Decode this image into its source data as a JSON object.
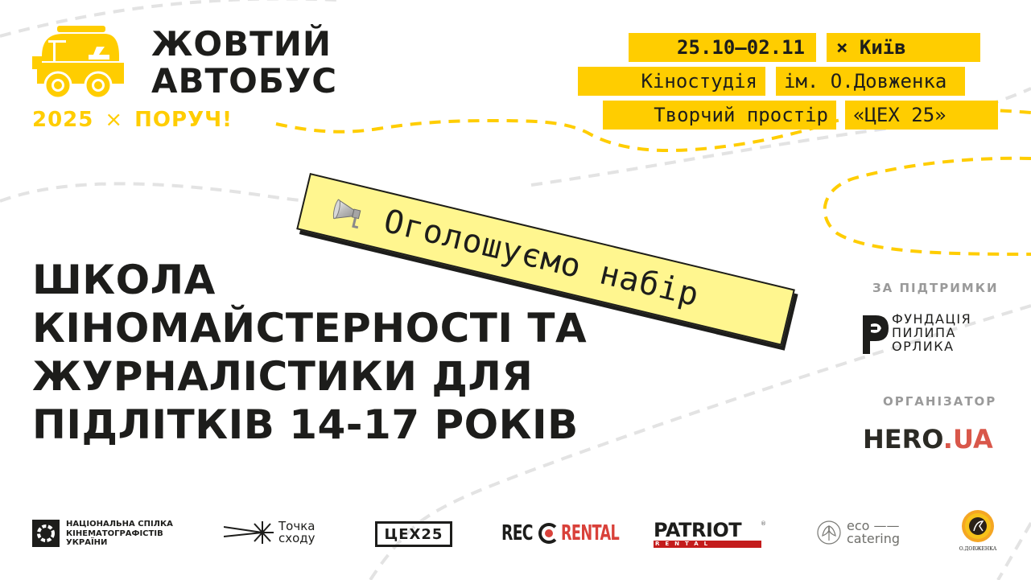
{
  "logo": {
    "title_line1": "ЖОВТИЙ",
    "title_line2": "АВТОБУС",
    "year": "2025",
    "cross": "×",
    "partner_word": "ПОРУЧ!"
  },
  "event": {
    "dates": "25.10–02.11",
    "city": "×  Київ",
    "venue1_part1": "Кіностудія",
    "venue1_part2": "ім. О.Довженка",
    "venue2_part1": "Творчий простір",
    "venue2_part2": "«ЦЕХ 25»"
  },
  "announcement": {
    "icon": "megaphone-icon",
    "text": "Оголошуємо набір"
  },
  "headline": {
    "lines": [
      "ШКОЛА",
      "КІНОМАЙСТЕРНОСТІ ТА",
      "ЖУРНАЛІСТИКИ ДЛЯ",
      "ПІДЛІТКІВ 14-17 РОКІВ"
    ]
  },
  "support": {
    "label": "ЗА ПІДТРИМКИ",
    "foundation_lines": [
      "ФУНДАЦІЯ",
      "ПИЛИПА",
      "ОРЛИКА"
    ]
  },
  "organizer": {
    "label": "ОРГАНІЗАТОР",
    "name_part1": "HERO",
    "name_part2": ".UA"
  },
  "partners": {
    "nsk_lines": [
      "НАЦІОНАЛЬНА СПІЛКА",
      "КІНЕМАТОГРАФІСТІВ",
      "УКРАЇНИ"
    ],
    "tochka_lines": [
      "Точка",
      "сходу"
    ],
    "tsekh": "ЦЕХ25",
    "rec_part1": "REC",
    "rec_part2": "RENTAL",
    "patriot_top": "PATRIOT",
    "patriot_bottom": "RENTAL",
    "patriot_reg": "®",
    "eco_lines": [
      "eco ——",
      "catering"
    ],
    "dovzhenko_caption": "О.ДОВЖЕНКА"
  },
  "colors": {
    "brand_yellow": "#ffcd00",
    "sticker_yellow": "#fff68f",
    "text_dark": "#1d1d1b",
    "label_gray": "#9a9a9a",
    "dashed_gray": "#e3e3e3",
    "hero_red": "#d9574a",
    "rec_red": "#d9413a",
    "patriot_red": "#c41c1c"
  }
}
